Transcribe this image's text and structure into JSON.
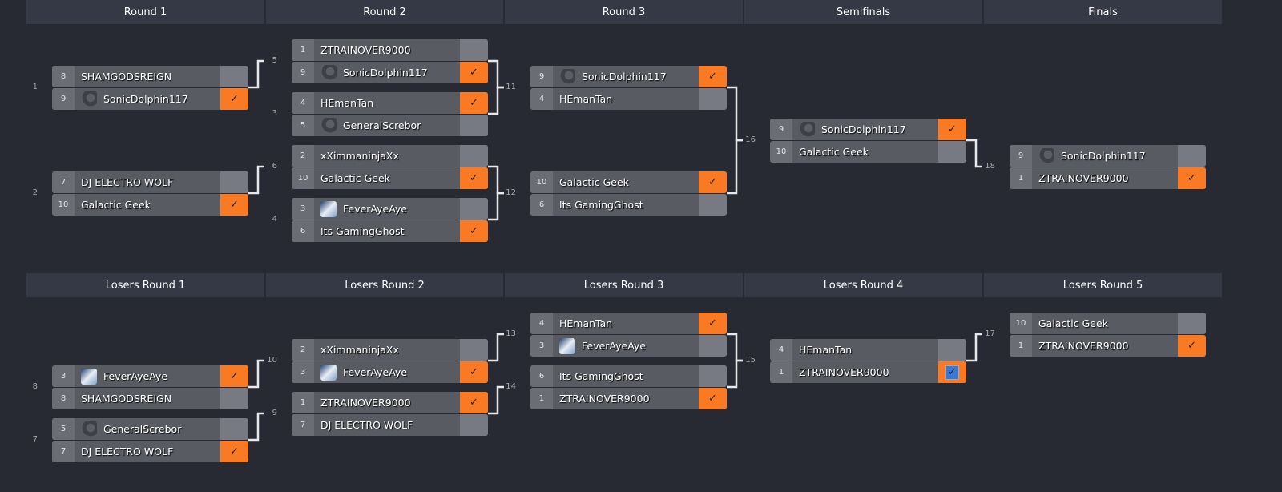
{
  "winners_headers": [
    "Round 1",
    "Round 2",
    "Round 3",
    "Semifinals",
    "Finals"
  ],
  "losers_headers": [
    "Losers Round 1",
    "Losers Round 2",
    "Losers Round 3",
    "Losers Round 4",
    "Losers Round 5"
  ],
  "check_glyph": "✓",
  "matches": [
    {
      "id": "1",
      "col": 0,
      "bracket": "w",
      "slot": 1,
      "to": "5",
      "players": [
        {
          "seed": "8",
          "name": "SHAMGODSREIGN",
          "avatar": null,
          "win": false
        },
        {
          "seed": "9",
          "name": "SonicDolphin117",
          "avatar": "logo",
          "win": true
        }
      ]
    },
    {
      "id": "2",
      "col": 0,
      "bracket": "w",
      "slot": 5,
      "to": "6",
      "players": [
        {
          "seed": "7",
          "name": "DJ ELECTRO WOLF",
          "avatar": null,
          "win": false
        },
        {
          "seed": "10",
          "name": "Galactic Geek",
          "avatar": null,
          "win": true
        }
      ]
    },
    {
      "id": "5",
      "col": 1,
      "bracket": "w",
      "slot": 0,
      "to": "11",
      "players": [
        {
          "seed": "1",
          "name": "ZTRAINOVER9000",
          "avatar": null,
          "win": false
        },
        {
          "seed": "9",
          "name": "SonicDolphin117",
          "avatar": "logo",
          "win": true
        }
      ]
    },
    {
      "id": "3",
      "col": 1,
      "bracket": "w",
      "slot": 2,
      "to": "11",
      "players": [
        {
          "seed": "4",
          "name": "HEmanTan",
          "avatar": null,
          "win": true
        },
        {
          "seed": "5",
          "name": "GeneralScrebor",
          "avatar": "logo",
          "win": false
        }
      ]
    },
    {
      "id": "6",
      "col": 1,
      "bracket": "w",
      "slot": 4,
      "to": "12",
      "players": [
        {
          "seed": "2",
          "name": "xXimmaninjaXx",
          "avatar": null,
          "win": false
        },
        {
          "seed": "10",
          "name": "Galactic Geek",
          "avatar": null,
          "win": true
        }
      ]
    },
    {
      "id": "4",
      "col": 1,
      "bracket": "w",
      "slot": 6,
      "to": "12",
      "players": [
        {
          "seed": "3",
          "name": "FeverAyeAye",
          "avatar": "photo",
          "win": false
        },
        {
          "seed": "6",
          "name": "Its GamingGhost",
          "avatar": null,
          "win": true
        }
      ]
    },
    {
      "id": "11",
      "col": 2,
      "bracket": "w",
      "slot": 1,
      "to": "16",
      "players": [
        {
          "seed": "9",
          "name": "SonicDolphin117",
          "avatar": "logo",
          "win": true
        },
        {
          "seed": "4",
          "name": "HEmanTan",
          "avatar": null,
          "win": false
        }
      ]
    },
    {
      "id": "12",
      "col": 2,
      "bracket": "w",
      "slot": 5,
      "to": "16",
      "players": [
        {
          "seed": "10",
          "name": "Galactic Geek",
          "avatar": null,
          "win": true
        },
        {
          "seed": "6",
          "name": "Its GamingGhost",
          "avatar": null,
          "win": false
        }
      ]
    },
    {
      "id": "16",
      "col": 3,
      "bracket": "w",
      "slot": 3,
      "to": "18",
      "players": [
        {
          "seed": "9",
          "name": "SonicDolphin117",
          "avatar": "logo",
          "win": true
        },
        {
          "seed": "10",
          "name": "Galactic Geek",
          "avatar": null,
          "win": false
        }
      ]
    },
    {
      "id": "18",
      "col": 4,
      "bracket": "w",
      "slot": 4,
      "to": null,
      "players": [
        {
          "seed": "9",
          "name": "SonicDolphin117",
          "avatar": "logo",
          "win": false
        },
        {
          "seed": "1",
          "name": "ZTRAINOVER9000",
          "avatar": null,
          "win": true
        }
      ]
    },
    {
      "id": "8",
      "col": 0,
      "bracket": "l",
      "slot": 2,
      "to": "10",
      "players": [
        {
          "seed": "3",
          "name": "FeverAyeAye",
          "avatar": "photo",
          "win": true
        },
        {
          "seed": "8",
          "name": "SHAMGODSREIGN",
          "avatar": null,
          "win": false
        }
      ]
    },
    {
      "id": "7",
      "col": 0,
      "bracket": "l",
      "slot": 4,
      "to": "9",
      "players": [
        {
          "seed": "5",
          "name": "GeneralScrebor",
          "avatar": "logo",
          "win": false
        },
        {
          "seed": "7",
          "name": "DJ ELECTRO WOLF",
          "avatar": null,
          "win": true
        }
      ]
    },
    {
      "id": "10",
      "col": 1,
      "bracket": "l",
      "slot": 1,
      "to": "13",
      "players": [
        {
          "seed": "2",
          "name": "xXimmaninjaXx",
          "avatar": null,
          "win": false
        },
        {
          "seed": "3",
          "name": "FeverAyeAye",
          "avatar": "photo",
          "win": true
        }
      ]
    },
    {
      "id": "9",
      "col": 1,
      "bracket": "l",
      "slot": 3,
      "to": "14",
      "players": [
        {
          "seed": "1",
          "name": "ZTRAINOVER9000",
          "avatar": null,
          "win": true
        },
        {
          "seed": "7",
          "name": "DJ ELECTRO WOLF",
          "avatar": null,
          "win": false
        }
      ]
    },
    {
      "id": "13",
      "col": 2,
      "bracket": "l",
      "slot": 0,
      "to": "15",
      "players": [
        {
          "seed": "4",
          "name": "HEmanTan",
          "avatar": null,
          "win": true
        },
        {
          "seed": "3",
          "name": "FeverAyeAye",
          "avatar": "photo",
          "win": false
        }
      ]
    },
    {
      "id": "14",
      "col": 2,
      "bracket": "l",
      "slot": 2,
      "to": "15",
      "players": [
        {
          "seed": "6",
          "name": "Its GamingGhost",
          "avatar": null,
          "win": false
        },
        {
          "seed": "1",
          "name": "ZTRAINOVER9000",
          "avatar": null,
          "win": true
        }
      ]
    },
    {
      "id": "15",
      "col": 3,
      "bracket": "l",
      "slot": 1,
      "to": "17",
      "players": [
        {
          "seed": "4",
          "name": "HEmanTan",
          "avatar": null,
          "win": false
        },
        {
          "seed": "1",
          "name": "ZTRAINOVER9000",
          "avatar": null,
          "win": true,
          "focused": true
        }
      ]
    },
    {
      "id": "17",
      "col": 4,
      "bracket": "l",
      "slot": 0,
      "to": null,
      "players": [
        {
          "seed": "10",
          "name": "Galactic Geek",
          "avatar": null,
          "win": false
        },
        {
          "seed": "1",
          "name": "ZTRAINOVER9000",
          "avatar": null,
          "win": true
        }
      ]
    }
  ]
}
